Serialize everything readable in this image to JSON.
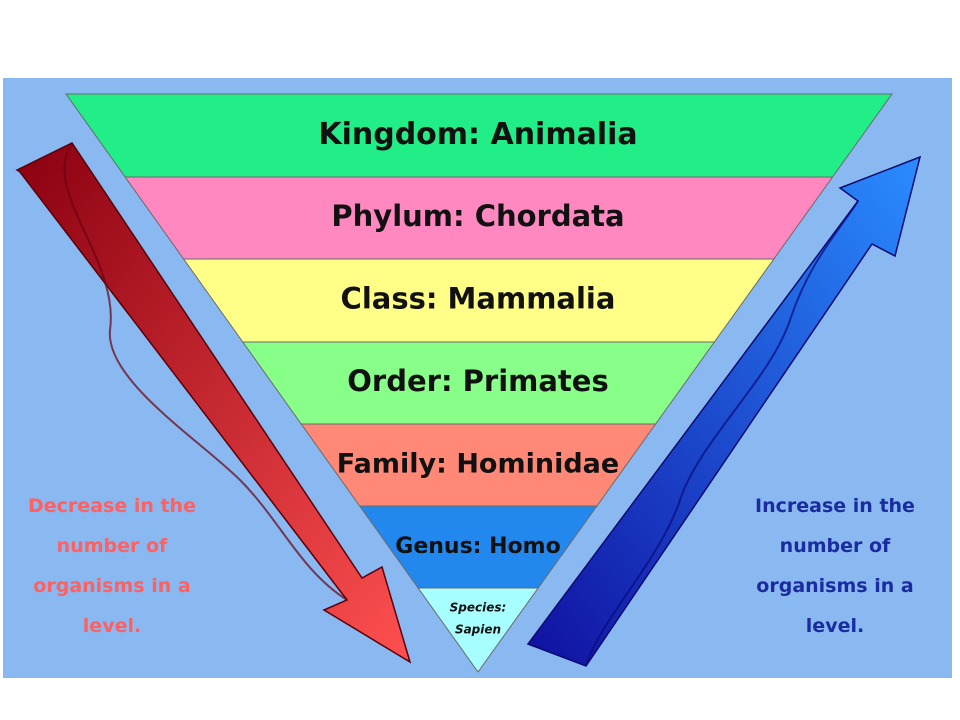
{
  "levels": [
    {
      "label": "Kingdom: Animalia",
      "color": "#22ee88"
    },
    {
      "label": "Phylum: Chordata",
      "color": "#ff88c0"
    },
    {
      "label": "Class: Mammalia",
      "color": "#ffff88"
    },
    {
      "label": "Order: Primates",
      "color": "#88ff88"
    },
    {
      "label": "Family: Hominidae",
      "color": "#ff8877"
    },
    {
      "label": "Genus: Homo",
      "color": "#2288ee"
    },
    {
      "label_lines": [
        "Species:",
        "Sapien"
      ],
      "color": "#a8ffff"
    }
  ],
  "left_note": {
    "lines": [
      "Decrease in the",
      "number of",
      "organisms in a",
      "level."
    ],
    "color": "#ff6060"
  },
  "right_note": {
    "lines": [
      "Increase in the",
      "number of",
      "organisms in a",
      "level."
    ],
    "color": "#1a2ca0"
  },
  "arrows": {
    "left": {
      "direction": "down",
      "color_light": "#ff5050",
      "color_dark": "#8a0010"
    },
    "right": {
      "direction": "up",
      "color_light": "#2a8cff",
      "color_dark": "#1010a0"
    }
  },
  "background": "#8ab8f0"
}
